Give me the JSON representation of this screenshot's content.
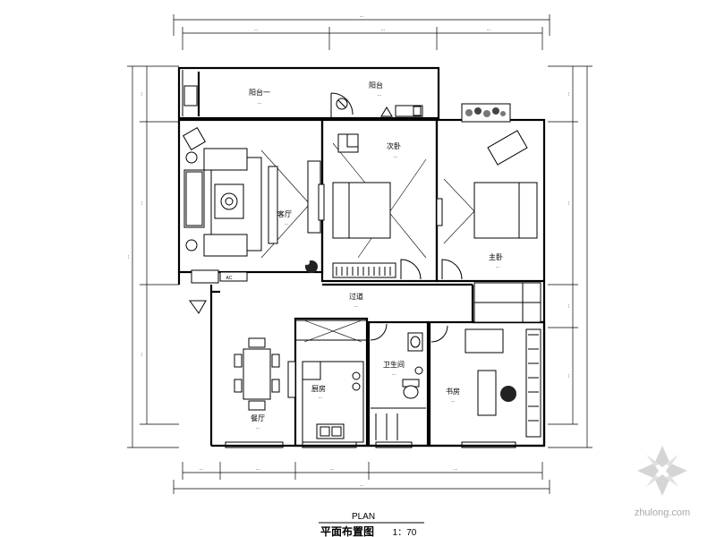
{
  "rooms": {
    "balcony_north": "阳台一",
    "balcony_north_area": "···",
    "kitchen_balcony": "阳台",
    "kitchen_balcony_area": "···",
    "living": "客厅",
    "living_area": "···",
    "bedroom_2": "次卧",
    "bedroom_2_area": "···",
    "master": "主卧",
    "master_area": "···",
    "corridor": "过道",
    "corridor_area": "···",
    "dining": "餐厅",
    "dining_area": "···",
    "kitchen": "厨房",
    "kitchen_area": "···",
    "bathroom": "卫生间",
    "bathroom_area": "···",
    "study": "书房",
    "study_area": "···",
    "small_label": "AC"
  },
  "dimensions": {
    "overall": "···",
    "top": [
      "···",
      "···",
      "···"
    ],
    "bottom": [
      "···",
      "···",
      "···",
      "···"
    ],
    "left": [
      "···",
      "···",
      "···"
    ],
    "right": [
      "···",
      "···",
      "···",
      "···"
    ]
  },
  "title": {
    "plan_label": "PLAN",
    "name": "平面布置图",
    "scale": "1：70"
  },
  "watermark": {
    "text": "zhulong.com"
  }
}
